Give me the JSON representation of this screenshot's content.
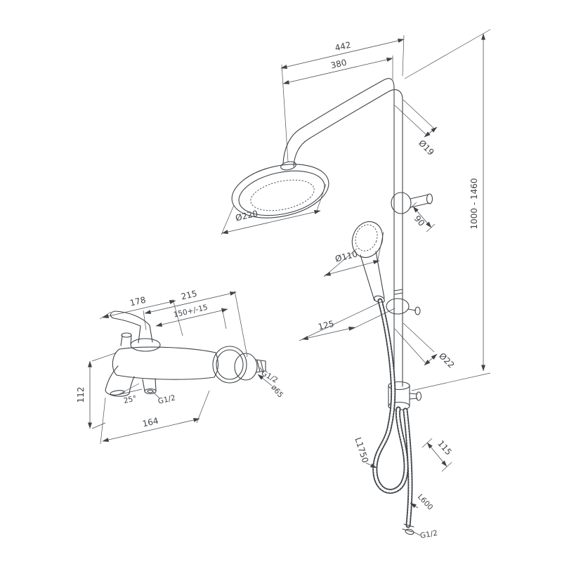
{
  "drawing_type": "technical-drawing",
  "colors": {
    "line": "#3f4347",
    "background": "#ffffff"
  },
  "column": {
    "top_width": "442",
    "arm_width": "380",
    "pipe_diameter": "Ø19",
    "height_range": "1000 - 1460",
    "bracket_depth": "90",
    "rain_head_diameter": "Ø220",
    "hand_shower_diameter": "Ø110",
    "hand_shower_offset": "125",
    "lower_pipe_diameter": "Ø22",
    "shower_hose_length": "L1750",
    "lower_offset": "115",
    "connection_hose_length": "L600",
    "connection_thread": "G1/2"
  },
  "mixer": {
    "body_width": "178",
    "overall_depth": "215",
    "wall_centers": "150+/-15",
    "height": "112",
    "spout_reach": "164",
    "spout_angle": "25°",
    "shower_outlet_thread": "G1/2",
    "wall_connection_thread": "G1/2",
    "escutcheon_diameter": "ø65"
  }
}
